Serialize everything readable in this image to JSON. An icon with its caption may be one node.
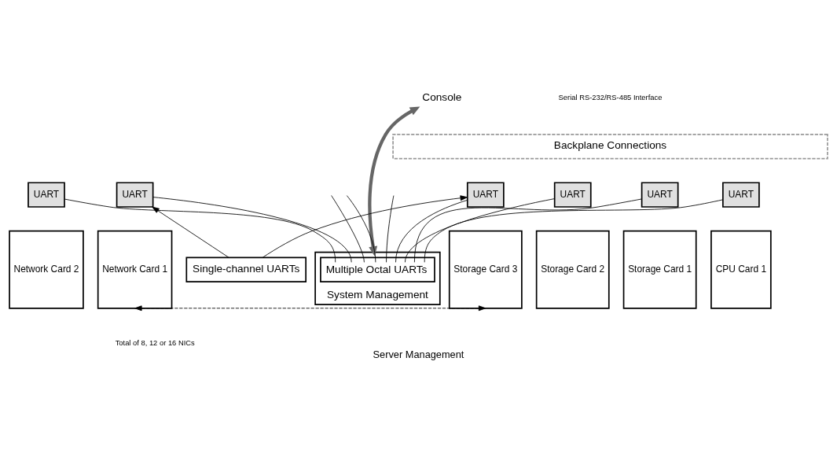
{
  "diagram": {
    "caption": "Server Management",
    "nodes": [
      {
        "text": [
          "Console"
        ]
      },
      {
        "text": [
          "Backplane Connections"
        ]
      },
      {
        "text": [
          "UART"
        ]
      },
      {
        "text": [
          "Network Card 2"
        ]
      },
      {
        "text": [
          "UART"
        ]
      },
      {
        "text": [
          "Network Card 1"
        ]
      },
      {
        "text": [
          "Single-channel UARTs"
        ]
      },
      {
        "text": [
          "UART"
        ]
      },
      {
        "text": [
          "Storage Card 3"
        ]
      },
      {
        "text": [
          "UART"
        ]
      },
      {
        "text": [
          "Storage Card 2"
        ]
      },
      {
        "text": [
          "UART"
        ]
      },
      {
        "text": [
          "Storage Card 1"
        ]
      },
      {
        "text": [
          "UART"
        ]
      },
      {
        "text": [
          "CPU Card 1"
        ]
      },
      {
        "text": [
          "System Management"
        ]
      },
      {
        "text": [
          "Multiple Octal UARTs"
        ],
        "in": 15
      }
    ],
    "edges": [
      {
        "from": 2,
        "to": 16,
        "arrow": "none"
      },
      {
        "from": 4,
        "to": 16,
        "arrow": "none"
      },
      {
        "from": null,
        "to": 16,
        "arrow": "none"
      },
      {
        "from": null,
        "to": 16,
        "arrow": "none"
      },
      {
        "from": null,
        "to": 16,
        "arrow": "none"
      },
      {
        "from": 7,
        "to": 16,
        "arrow": "none"
      },
      {
        "from": 9,
        "to": 16,
        "arrow": "none"
      },
      {
        "from": 11,
        "to": 16,
        "arrow": "none"
      },
      {
        "from": 13,
        "to": 16,
        "arrow": "none"
      },
      {
        "from": 6,
        "to": 4,
        "arrow": "to"
      },
      {
        "from": 6,
        "to": 7,
        "arrow": "to"
      },
      {
        "from": 5,
        "to": 8,
        "arrow": "both",
        "label": "Total of 8, 12 or 16 NICs",
        "style": "dashed"
      },
      {
        "from": 0,
        "to": 15,
        "arrow": "both",
        "style": "thick",
        "color": "#666666"
      }
    ],
    "labels": [
      "Serial RS-232/RS-485 Interface"
    ]
  }
}
